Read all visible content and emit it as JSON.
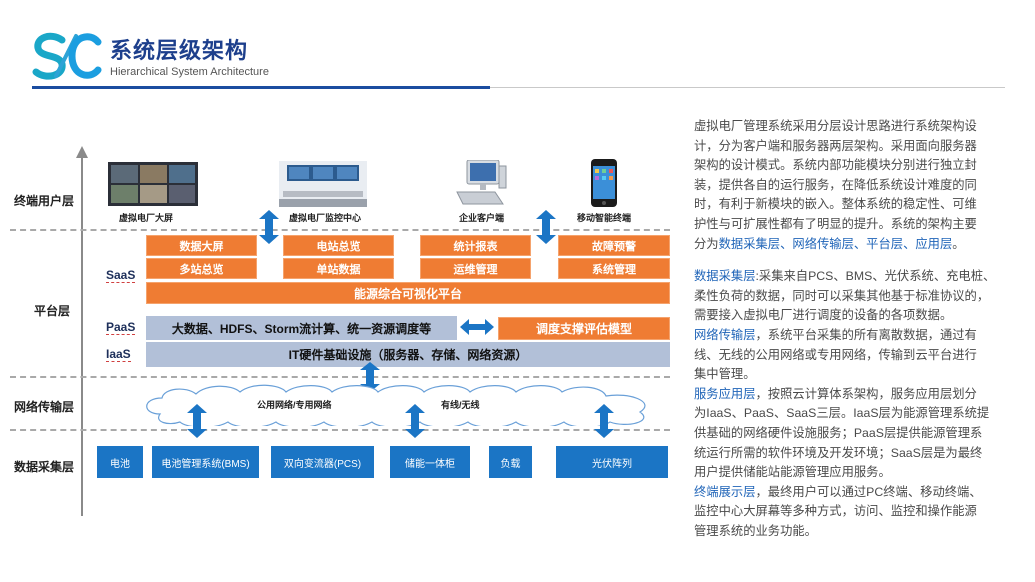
{
  "header": {
    "title": "系统层级架构",
    "subtitle": "Hierarchical System Architecture"
  },
  "layers": {
    "terminal": "终端用户层",
    "platform": "平台层",
    "network": "网络传输层",
    "collection": "数据采集层"
  },
  "sublayers": {
    "saas": "SaaS",
    "paas": "PaaS",
    "iaas": "IaaS"
  },
  "terminals": [
    {
      "label": "虚拟电厂大屏",
      "icon": "video-wall-icon"
    },
    {
      "label": "虚拟电厂监控中心",
      "icon": "control-room-icon"
    },
    {
      "label": "企业客户端",
      "icon": "desktop-pc-icon"
    },
    {
      "label": "移动智能终端",
      "icon": "smartphone-icon"
    }
  ],
  "saas_modules": {
    "group1": [
      "数据大屏",
      "多站总览"
    ],
    "group2": [
      "电站总览",
      "单站数据"
    ],
    "group3": [
      "统计报表",
      "运维管理"
    ],
    "group4": [
      "故障预警",
      "系统管理"
    ],
    "platform_bar": "能源综合可视化平台"
  },
  "paas": {
    "main": "大数据、HDFS、Storm流计算、统一资源调度等",
    "side": "调度支撑评估模型"
  },
  "iaas": {
    "main": "IT硬件基础设施（服务器、存储、网络资源）"
  },
  "network": {
    "left": "公用网络/专用网络",
    "right": "有线/无线"
  },
  "devices": [
    "电池",
    "电池管理系统(BMS)",
    "双向变流器(PCS)",
    "储能一体柜",
    "负载",
    "光伏阵列"
  ],
  "description": {
    "intro_lines": [
      "虚拟电厂管理系统采用分层设计思路进行系统架构设",
      "计，分为客户端和服务器两层架构。采用面向服务器",
      "架构的设计模式。系统内部功能模块分别进行独立封",
      "装，提供各自的运行服务，在降低系统设计难度的同",
      "时，有利于新模块的嵌入。整体系统的稳定性、可维",
      "护性与可扩展性都有了明显的提升。系统的架构主要"
    ],
    "intro_last_prefix": "分为",
    "intro_last_highlight": "数据采集层、网络传输层、平台层、应用层",
    "intro_last_suffix": "。",
    "collection_title": "数据采集层",
    "collection_lines": [
      ":采集来自PCS、BMS、光伏系统、充电桩、",
      "柔性负荷的数据，同时可以采集其他基于标准协议的，",
      "需要接入虚拟电厂进行调度的设备的各项数据。"
    ],
    "network_title": "网络传输层",
    "network_lines": [
      "，系统平台采集的所有离散数据，通过有",
      "线、无线的公用网络或专用网络，传输到云平台进行",
      "集中管理。"
    ],
    "service_title": "服务应用层",
    "service_lines": [
      "，按照云计算体系架构，服务应用层划分",
      "为IaaS、PaaS、SaaS三层。IaaS层为能源管理系统提",
      "供基础的网络硬件设施服务；PaaS层提供能源管理系",
      "统运行所需的软件环境及开发环境；SaaS层是为最终",
      "用户提供储能站能源管理应用服务。"
    ],
    "display_title": "终端展示层",
    "display_lines": [
      "，最终用户可以通过PC终端、移动终端、",
      "监控中心大屏幕等多种方式，访问、监控和操作能源",
      "管理系统的业务功能。"
    ]
  },
  "colors": {
    "brand_blue": "#1d3f8c",
    "accent_orange": "#ef7c33",
    "device_blue": "#1b75c5",
    "infra_grey_blue": "#b2c0d8",
    "highlight_blue": "#1f64b8"
  }
}
